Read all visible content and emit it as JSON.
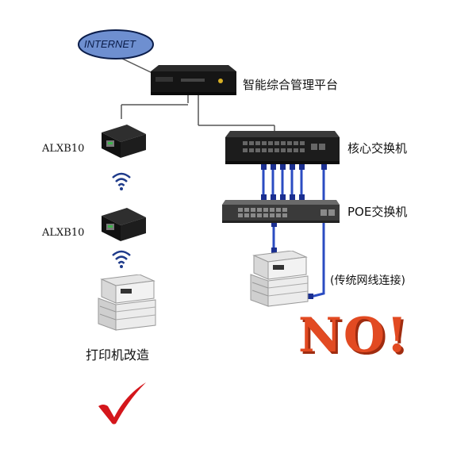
{
  "labels": {
    "internet": "INTERNET",
    "platform": "智能综合管理平台",
    "alxb_top": "ALXB10",
    "alxb_bottom": "ALXB10",
    "core_switch": "核心交换机",
    "poe_switch": "POE交换机",
    "traditional": "(传统网线连接)",
    "printer_mod": "打印机改造",
    "no_mark": "NO!"
  },
  "colors": {
    "cable": "#2b4cc2",
    "no_mark": "#e24a22",
    "check_mark": "#d4161b",
    "internet_fill": "#6e8fd0"
  },
  "icons": [
    "internet-cloud-icon",
    "server-icon",
    "bridge-device-icon",
    "wifi-icon",
    "switch-icon",
    "printer-icon",
    "check-mark-icon"
  ]
}
